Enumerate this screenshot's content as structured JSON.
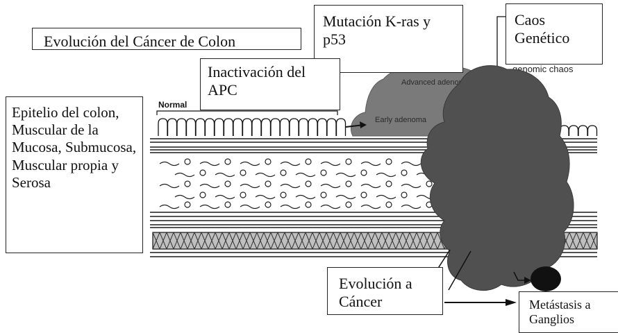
{
  "labels": {
    "title": "Evolución del Cáncer de Colon",
    "kras": "Mutación  K-ras y p53",
    "caos": "Caos Genético",
    "apc": "Inactivación del APC",
    "epitelio": "Epitelio del colon, Muscular de la Mucosa, Submucosa, Muscular propia y Serosa",
    "evolucion": "Evolución a Cáncer",
    "metastasis": "Metástasis a Ganglios"
  },
  "figure_text": {
    "normal": "Normal",
    "early_adenoma": "Early adenoma",
    "advanced_adenoma": "Advanced adenoma",
    "genomic_chaos": "genomic chaos"
  },
  "colors": {
    "tumor": "#505050",
    "adenoma": "#7a7a7a",
    "line": "#1a1a1a",
    "metastasis_node": "#111111"
  }
}
